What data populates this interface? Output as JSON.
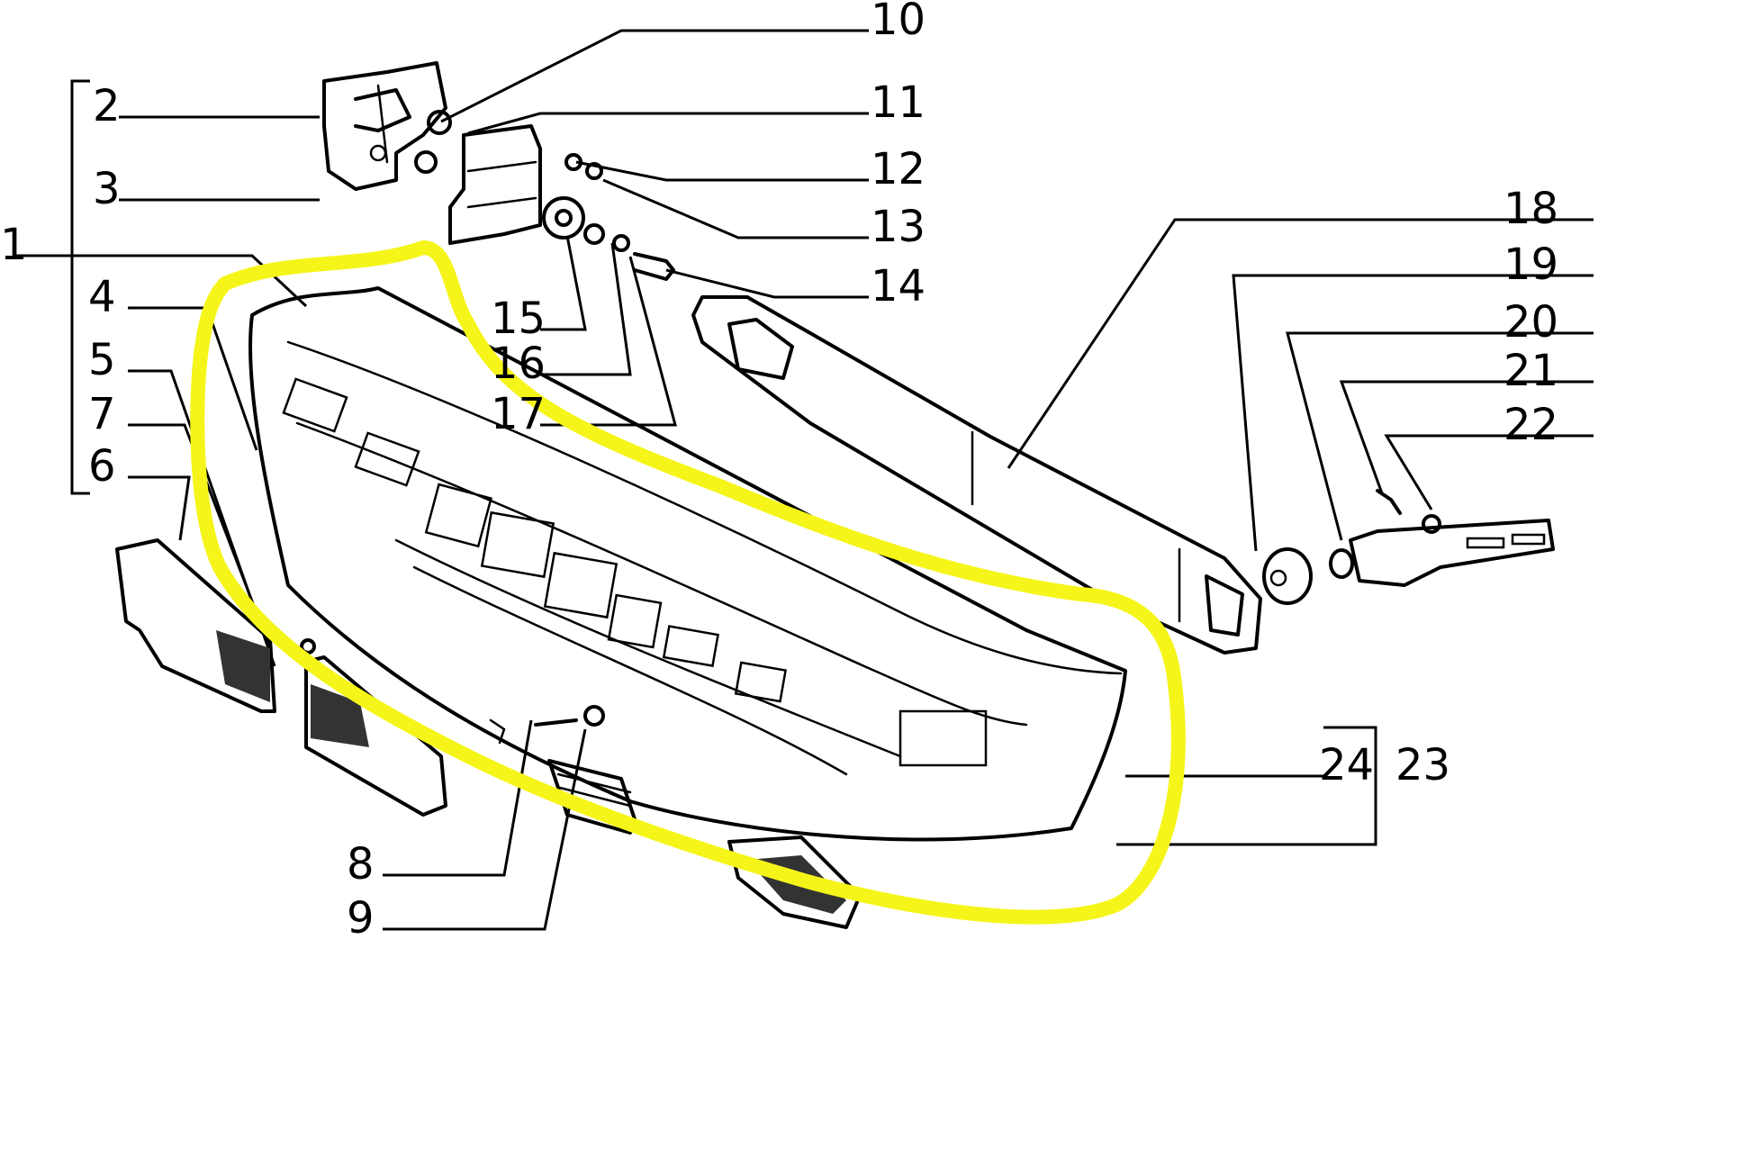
{
  "diagram": {
    "highlight_color": "#f5f51a",
    "line_color": "#000000",
    "background": "#ffffff",
    "callouts": [
      {
        "id": "c1",
        "label": "1"
      },
      {
        "id": "c2",
        "label": "2"
      },
      {
        "id": "c3",
        "label": "3"
      },
      {
        "id": "c4",
        "label": "4"
      },
      {
        "id": "c5",
        "label": "5"
      },
      {
        "id": "c6",
        "label": "6"
      },
      {
        "id": "c7",
        "label": "7"
      },
      {
        "id": "c8",
        "label": "8"
      },
      {
        "id": "c9",
        "label": "9"
      },
      {
        "id": "c10",
        "label": "10"
      },
      {
        "id": "c11",
        "label": "11"
      },
      {
        "id": "c12",
        "label": "12"
      },
      {
        "id": "c13",
        "label": "13"
      },
      {
        "id": "c14",
        "label": "14"
      },
      {
        "id": "c15",
        "label": "15"
      },
      {
        "id": "c16",
        "label": "16"
      },
      {
        "id": "c17",
        "label": "17"
      },
      {
        "id": "c18",
        "label": "18"
      },
      {
        "id": "c19",
        "label": "19"
      },
      {
        "id": "c20",
        "label": "20"
      },
      {
        "id": "c21",
        "label": "21"
      },
      {
        "id": "c22",
        "label": "22"
      },
      {
        "id": "c23",
        "label": "23"
      },
      {
        "id": "c24",
        "label": "24"
      }
    ]
  }
}
